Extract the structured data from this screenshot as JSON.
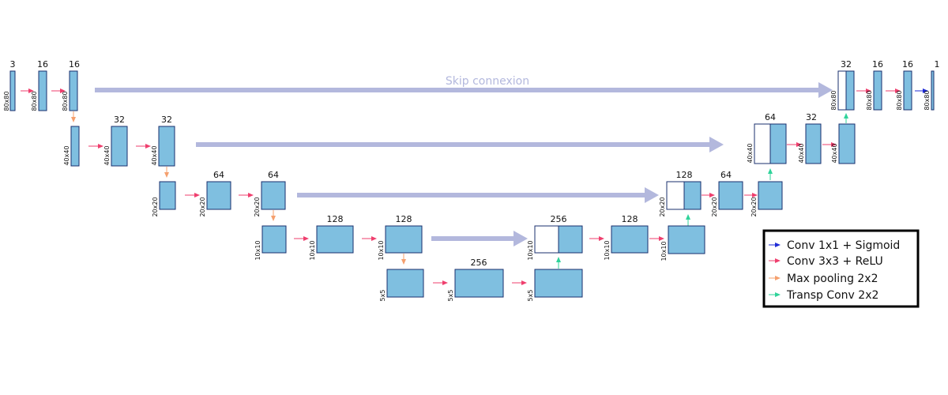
{
  "colors": {
    "block_fill": "#7fbfe0",
    "block_stroke": "#1a2f6e",
    "skip_arrow": "#b3b8dd",
    "conv1x1": "#1f2bd6",
    "conv3x3": "#ef3f6e",
    "maxpool": "#f5a06e",
    "transp": "#2fd39a"
  },
  "skip_label": "Skip connexion",
  "legend": [
    {
      "label": "Conv 1x1 + Sigmoid",
      "color": "#1f2bd6"
    },
    {
      "label": "Conv 3x3 + ReLU",
      "color": "#ef3f6e"
    },
    {
      "label": "Max pooling 2x2",
      "color": "#f5a06e"
    },
    {
      "label": "Transp Conv 2x2",
      "color": "#2fd39a"
    }
  ],
  "blocks": [
    {
      "id": "in",
      "channels": "3",
      "size": "80x80"
    },
    {
      "id": "e1a",
      "channels": "16",
      "size": "80x80"
    },
    {
      "id": "e1b",
      "channels": "16",
      "size": "80x80"
    },
    {
      "id": "p1",
      "channels": "",
      "size": "40x40"
    },
    {
      "id": "e2a",
      "channels": "32",
      "size": "40x40"
    },
    {
      "id": "e2b",
      "channels": "32",
      "size": "40x40"
    },
    {
      "id": "p2",
      "channels": "",
      "size": "20x20"
    },
    {
      "id": "e3a",
      "channels": "64",
      "size": "20x20"
    },
    {
      "id": "e3b",
      "channels": "64",
      "size": "20x20"
    },
    {
      "id": "p3",
      "channels": "",
      "size": "10x10"
    },
    {
      "id": "e4a",
      "channels": "128",
      "size": "10x10"
    },
    {
      "id": "e4b",
      "channels": "128",
      "size": "10x10"
    },
    {
      "id": "p4",
      "channels": "",
      "size": "5x5"
    },
    {
      "id": "bna",
      "channels": "256",
      "size": "5x5"
    },
    {
      "id": "bnb",
      "channels": "",
      "size": "5x5"
    },
    {
      "id": "d4c",
      "channels": "256",
      "size": "10x10"
    },
    {
      "id": "d4a",
      "channels": "128",
      "size": "10x10"
    },
    {
      "id": "d4b",
      "channels": "",
      "size": "10x10"
    },
    {
      "id": "d3c",
      "channels": "128",
      "size": "20x20"
    },
    {
      "id": "d3a",
      "channels": "64",
      "size": "20x20"
    },
    {
      "id": "d3b",
      "channels": "",
      "size": "20x20"
    },
    {
      "id": "d2c",
      "channels": "64",
      "size": "40x40"
    },
    {
      "id": "d2a",
      "channels": "32",
      "size": "40x40"
    },
    {
      "id": "d2b",
      "channels": "",
      "size": "40x40"
    },
    {
      "id": "d1c",
      "channels": "32",
      "size": "80x80"
    },
    {
      "id": "d1a",
      "channels": "16",
      "size": "80x80"
    },
    {
      "id": "d1b",
      "channels": "16",
      "size": "80x80"
    },
    {
      "id": "out",
      "channels": "1",
      "size": "80x80"
    }
  ]
}
